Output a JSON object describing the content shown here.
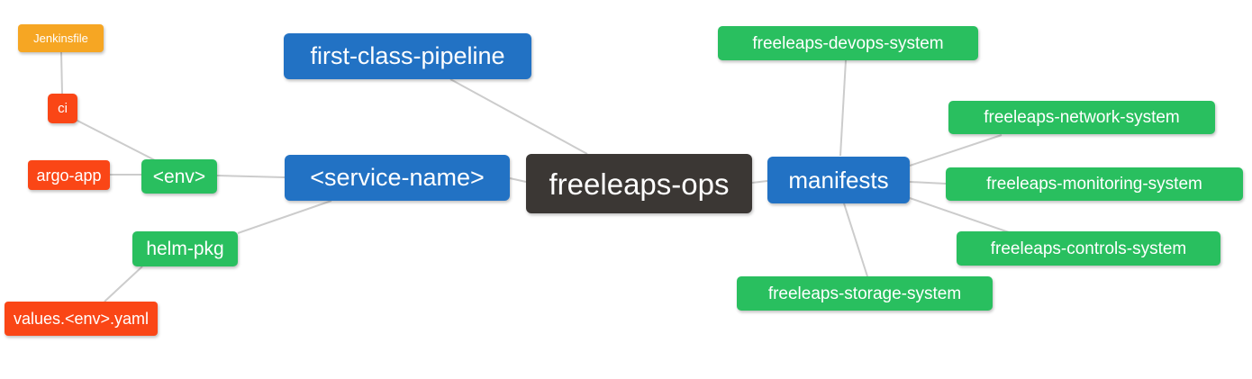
{
  "diagram": {
    "type": "mindmap",
    "root_label": "freeleaps-ops",
    "colors": {
      "blue": "#2272C4",
      "green": "#29BF5F",
      "red": "#FA4616",
      "orange": "#F6A623",
      "dark": "#3B3734",
      "edge": "#CCCCCC",
      "text": "#FFFFFF",
      "background": "#FFFFFF"
    },
    "nodes": [
      {
        "id": "jenkinsfile",
        "label": "Jenkinsfile",
        "color": "orange"
      },
      {
        "id": "ci",
        "label": "ci",
        "color": "red"
      },
      {
        "id": "argo-app",
        "label": "argo-app",
        "color": "red"
      },
      {
        "id": "env",
        "label": "<env>",
        "color": "green"
      },
      {
        "id": "helm-pkg",
        "label": "helm-pkg",
        "color": "green"
      },
      {
        "id": "values-env-yaml",
        "label": "values.<env>.yaml",
        "color": "red"
      },
      {
        "id": "first-class-pipeline",
        "label": "first-class-pipeline",
        "color": "blue"
      },
      {
        "id": "service-name",
        "label": "<service-name>",
        "color": "blue"
      },
      {
        "id": "freeleaps-ops",
        "label": "freeleaps-ops",
        "color": "dark"
      },
      {
        "id": "manifests",
        "label": "manifests",
        "color": "blue"
      },
      {
        "id": "devops-system",
        "label": "freeleaps-devops-system",
        "color": "green"
      },
      {
        "id": "network-system",
        "label": "freeleaps-network-system",
        "color": "green"
      },
      {
        "id": "monitoring-system",
        "label": "freeleaps-monitoring-system",
        "color": "green"
      },
      {
        "id": "controls-system",
        "label": "freeleaps-controls-system",
        "color": "green"
      },
      {
        "id": "storage-system",
        "label": "freeleaps-storage-system",
        "color": "green"
      }
    ],
    "edges": [
      {
        "from": "jenkinsfile",
        "to": "ci"
      },
      {
        "from": "ci",
        "to": "env"
      },
      {
        "from": "argo-app",
        "to": "env"
      },
      {
        "from": "env",
        "to": "service-name"
      },
      {
        "from": "helm-pkg",
        "to": "service-name"
      },
      {
        "from": "helm-pkg",
        "to": "values-env-yaml"
      },
      {
        "from": "first-class-pipeline",
        "to": "freeleaps-ops"
      },
      {
        "from": "service-name",
        "to": "freeleaps-ops"
      },
      {
        "from": "freeleaps-ops",
        "to": "manifests"
      },
      {
        "from": "manifests",
        "to": "devops-system"
      },
      {
        "from": "manifests",
        "to": "network-system"
      },
      {
        "from": "manifests",
        "to": "monitoring-system"
      },
      {
        "from": "manifests",
        "to": "controls-system"
      },
      {
        "from": "manifests",
        "to": "storage-system"
      }
    ]
  }
}
